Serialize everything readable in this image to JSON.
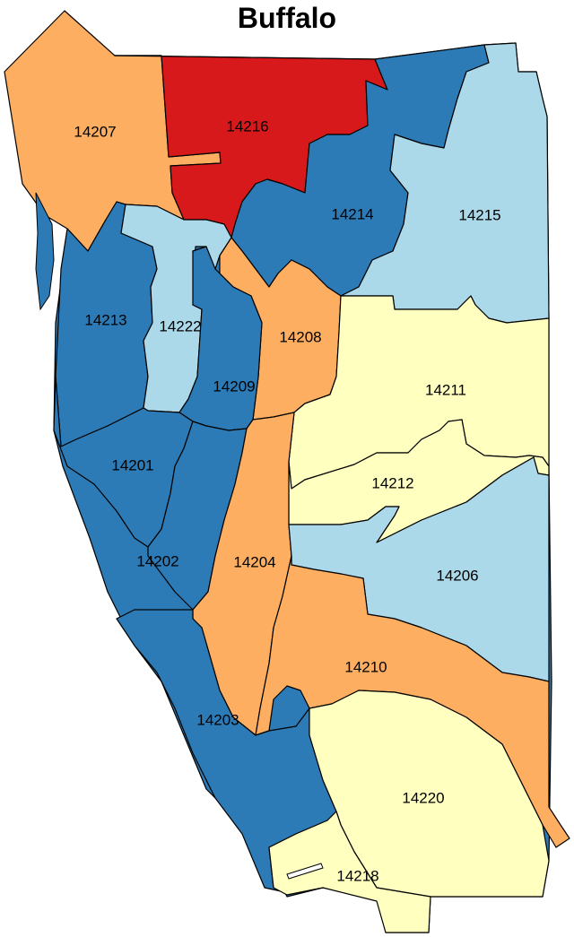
{
  "title": "Buffalo",
  "colors": {
    "red": "#d7191c",
    "orange": "#fdae61",
    "yellow": "#ffffbf",
    "light_blue": "#abd9e9",
    "dark_blue": "#2c7bb6",
    "border": "#000000"
  },
  "zip_codes": [
    {
      "zip": "14207",
      "color": "orange"
    },
    {
      "zip": "14216",
      "color": "red"
    },
    {
      "zip": "14214",
      "color": "dark_blue"
    },
    {
      "zip": "14215",
      "color": "light_blue"
    },
    {
      "zip": "14213",
      "color": "dark_blue"
    },
    {
      "zip": "14222",
      "color": "light_blue"
    },
    {
      "zip": "14208",
      "color": "orange"
    },
    {
      "zip": "14209",
      "color": "dark_blue"
    },
    {
      "zip": "14211",
      "color": "yellow"
    },
    {
      "zip": "14201",
      "color": "dark_blue"
    },
    {
      "zip": "14212",
      "color": "yellow"
    },
    {
      "zip": "14202",
      "color": "dark_blue"
    },
    {
      "zip": "14204",
      "color": "orange"
    },
    {
      "zip": "14206",
      "color": "light_blue"
    },
    {
      "zip": "14210",
      "color": "orange"
    },
    {
      "zip": "14203",
      "color": "dark_blue"
    },
    {
      "zip": "14220",
      "color": "yellow"
    },
    {
      "zip": "14218",
      "color": "yellow"
    }
  ]
}
